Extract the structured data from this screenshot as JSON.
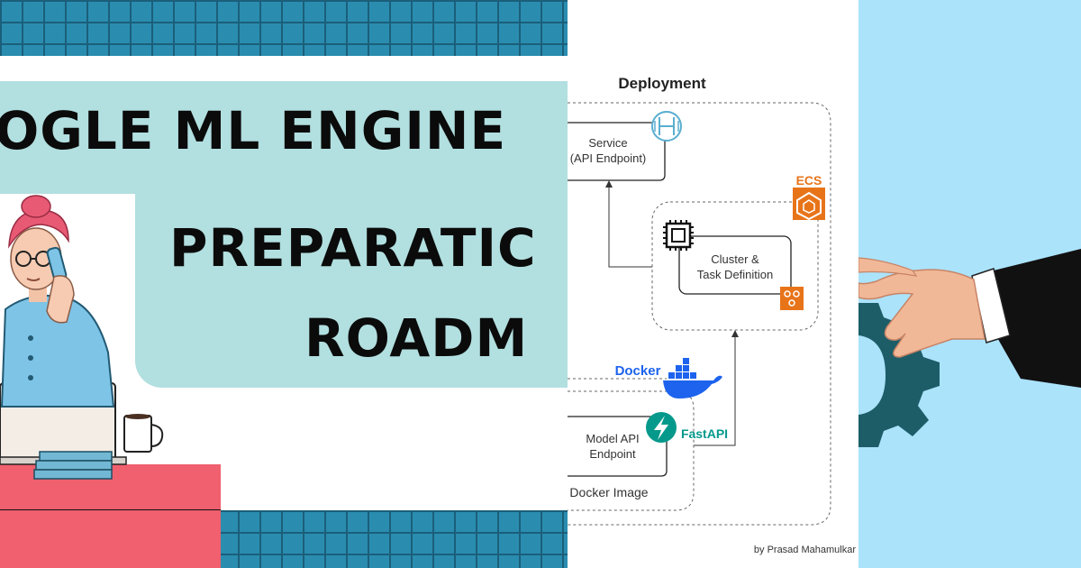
{
  "banner": {
    "title_line1": "OGLE ML ENGINE",
    "title_line2": "PREPARATIC",
    "title_line3": "ROADM"
  },
  "diagram": {
    "heading": "Deployment",
    "service_label": "Service\n(API Endpoint)",
    "ecs_label": "ECS",
    "cluster_label": "Cluster &\nTask Definition",
    "docker_label": "Docker",
    "fastapi_label": "FastAPI",
    "model_label": "Model API\nEndpoint",
    "docker_image_label": "Docker Image",
    "credit": "by Prasad Mahamulkar"
  },
  "colors": {
    "grid_band": "#2a8db0",
    "teal_card": "#b2dfe0",
    "ecs_orange": "#e8741a",
    "docker_blue": "#1d63ed",
    "fastapi_teal": "#05998b",
    "sky": "#abe3fb",
    "gear": "#1d5d68"
  },
  "icons": [
    "api-gateway-icon",
    "ecs-icon",
    "chip-icon",
    "ecs-task-icon",
    "docker-whale-icon",
    "fastapi-bolt-icon"
  ]
}
